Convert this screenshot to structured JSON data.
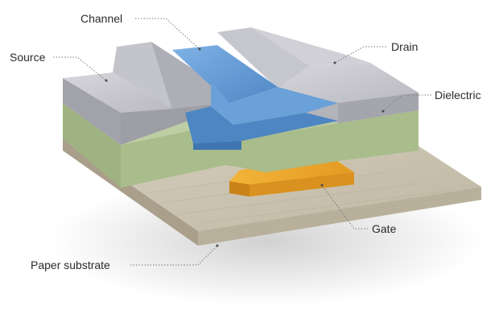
{
  "labels": {
    "channel": "Channel",
    "source": "Source",
    "drain": "Drain",
    "dielectric": "Dielectric",
    "gate": "Gate",
    "substrate": "Paper substrate"
  },
  "colors": {
    "substrate": "#c9c1ae",
    "dielectric": "#b6c89c",
    "electrode": "#b7b7bd",
    "channel": "#5f95cf",
    "gate": "#e8a62c"
  }
}
